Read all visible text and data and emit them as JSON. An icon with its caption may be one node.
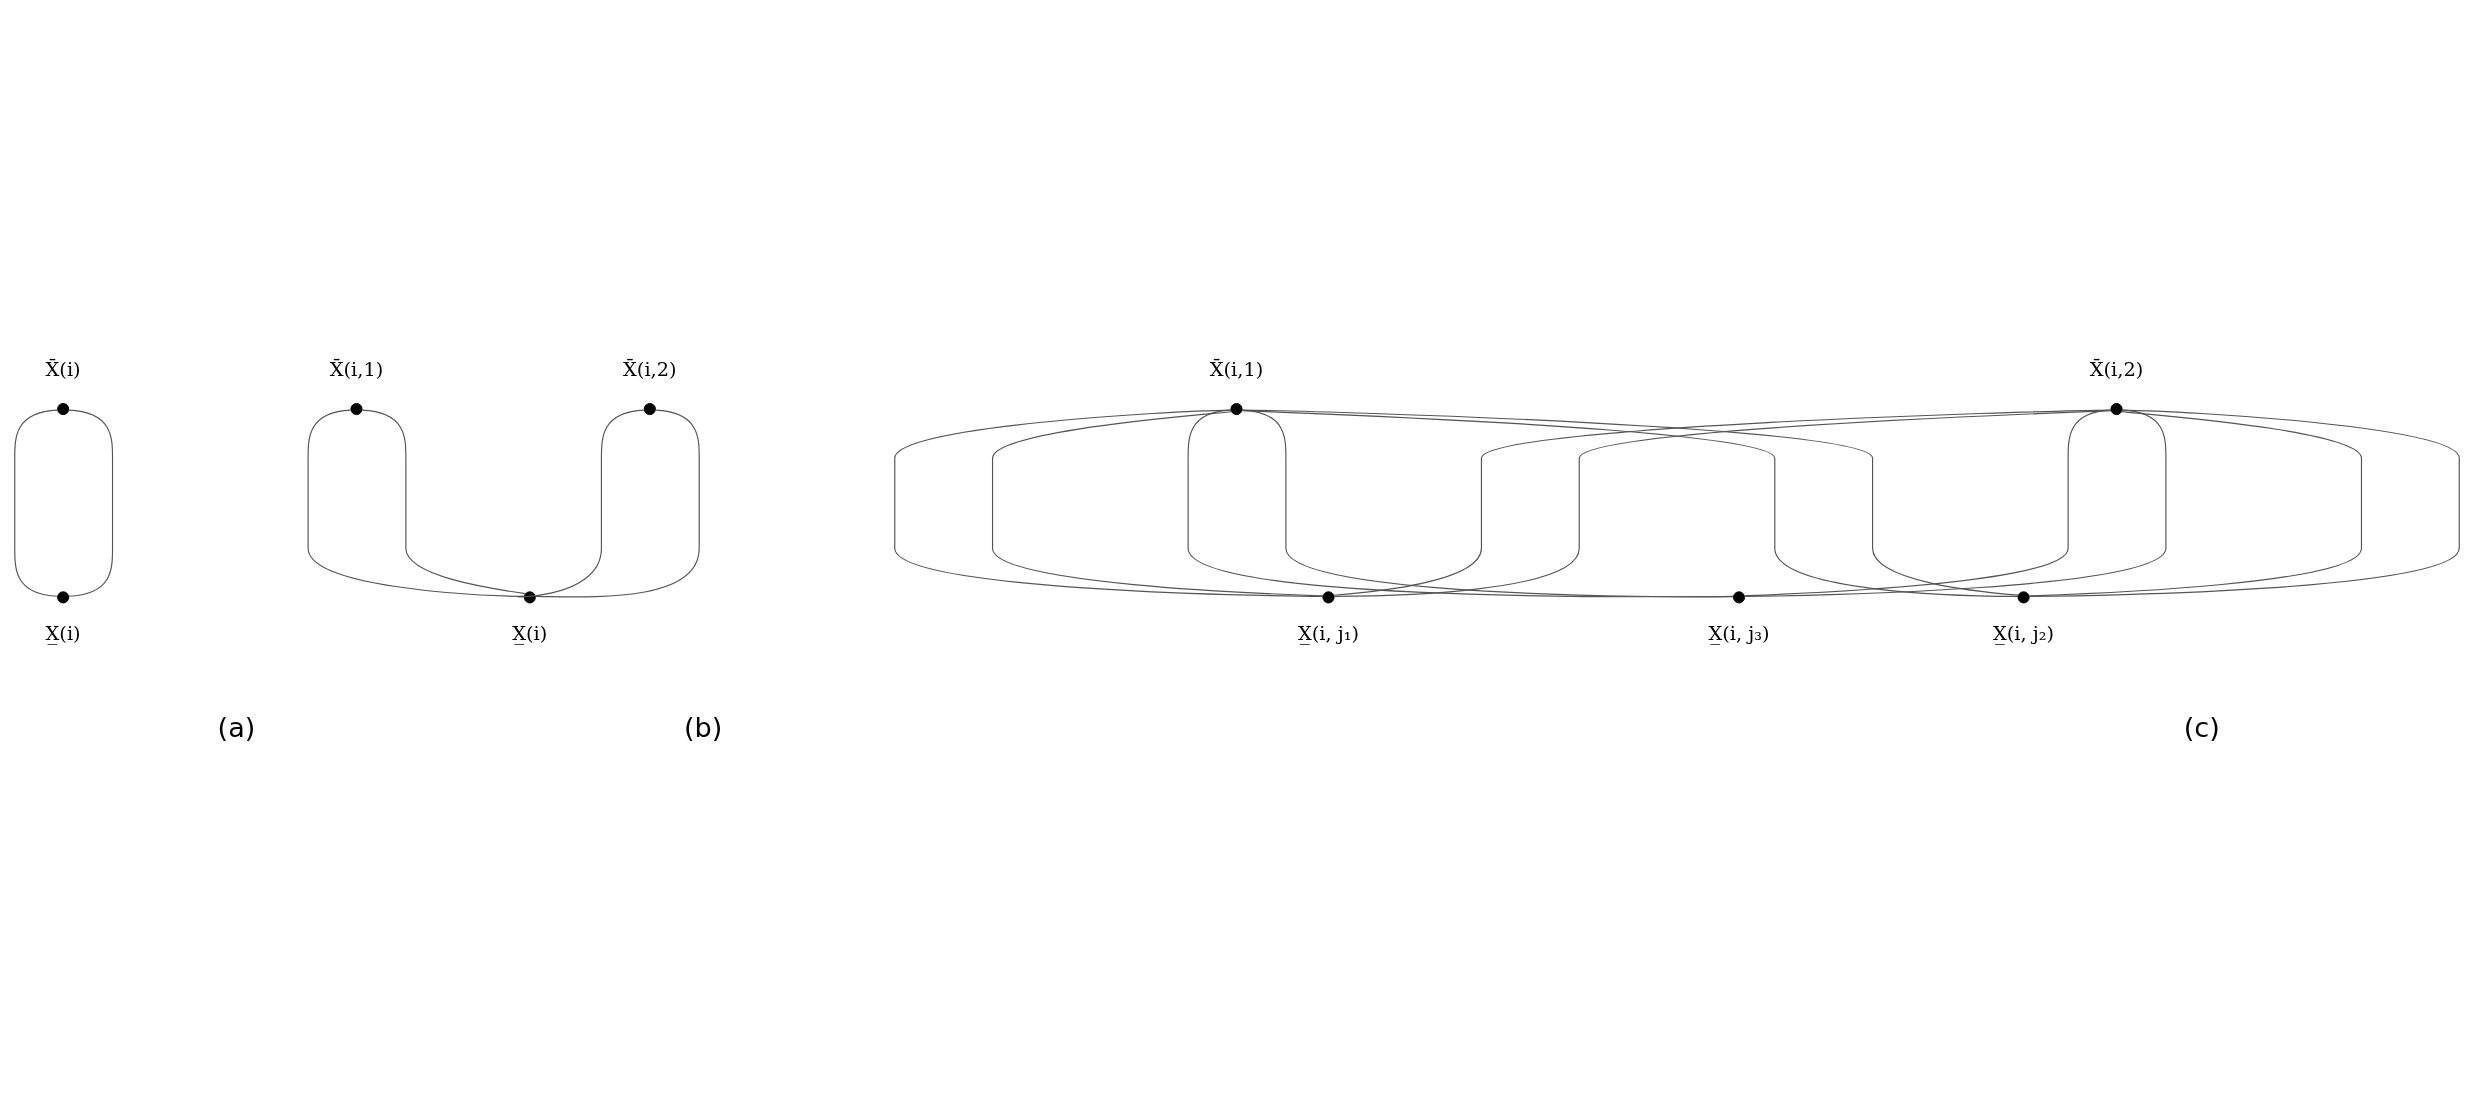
{
  "diagram": {
    "nodes": [
      {
        "text": [],
        "shape": "circle",
        "beside": [
          "X̄(i)"
        ]
      },
      {
        "text": [],
        "shape": "circle",
        "beside": [
          "X̲(i)"
        ]
      },
      {
        "text": [],
        "shape": "circle",
        "beside": [
          "X̄(i,1)"
        ]
      },
      {
        "text": [],
        "shape": "circle",
        "beside": [
          "X̄(i,2)"
        ]
      },
      {
        "text": [],
        "shape": "circle",
        "beside": [
          "X̲(i)"
        ]
      },
      {
        "text": [],
        "shape": "circle",
        "beside": [
          "X̄(i,1)"
        ]
      },
      {
        "text": [],
        "shape": "circle",
        "beside": [
          "X̄(i,2)"
        ]
      },
      {
        "text": [],
        "shape": "circle",
        "beside": [
          "X̲(i, j₁)"
        ]
      },
      {
        "text": [],
        "shape": "circle",
        "beside": [
          "X̲(i, j₂)"
        ]
      },
      {
        "text": [],
        "shape": "circle",
        "beside": [
          "X̲(i, j₃)"
        ]
      }
    ],
    "edges": [
      {
        "from": 0,
        "to": 1,
        "arrow": "none"
      },
      {
        "from": 0,
        "to": 1,
        "arrow": "none"
      },
      {
        "from": 2,
        "to": 4,
        "arrow": "none"
      },
      {
        "from": 2,
        "to": 4,
        "arrow": "none"
      },
      {
        "from": 3,
        "to": 4,
        "arrow": "none"
      },
      {
        "from": 3,
        "to": 4,
        "arrow": "none"
      },
      {
        "from": 5,
        "to": 7,
        "arrow": "none"
      },
      {
        "from": 5,
        "to": 7,
        "arrow": "none"
      },
      {
        "from": 5,
        "to": 8,
        "arrow": "none"
      },
      {
        "from": 5,
        "to": 8,
        "arrow": "none"
      },
      {
        "from": 5,
        "to": 9,
        "arrow": "none"
      },
      {
        "from": 5,
        "to": 9,
        "arrow": "none"
      },
      {
        "from": 6,
        "to": 7,
        "arrow": "none"
      },
      {
        "from": 6,
        "to": 7,
        "arrow": "none"
      },
      {
        "from": 6,
        "to": 8,
        "arrow": "none"
      },
      {
        "from": 6,
        "to": 8,
        "arrow": "none"
      },
      {
        "from": 6,
        "to": 9,
        "arrow": "none"
      },
      {
        "from": 6,
        "to": 9,
        "arrow": "none"
      }
    ],
    "labels": [
      "(a)",
      "(b)",
      "(c)"
    ]
  }
}
